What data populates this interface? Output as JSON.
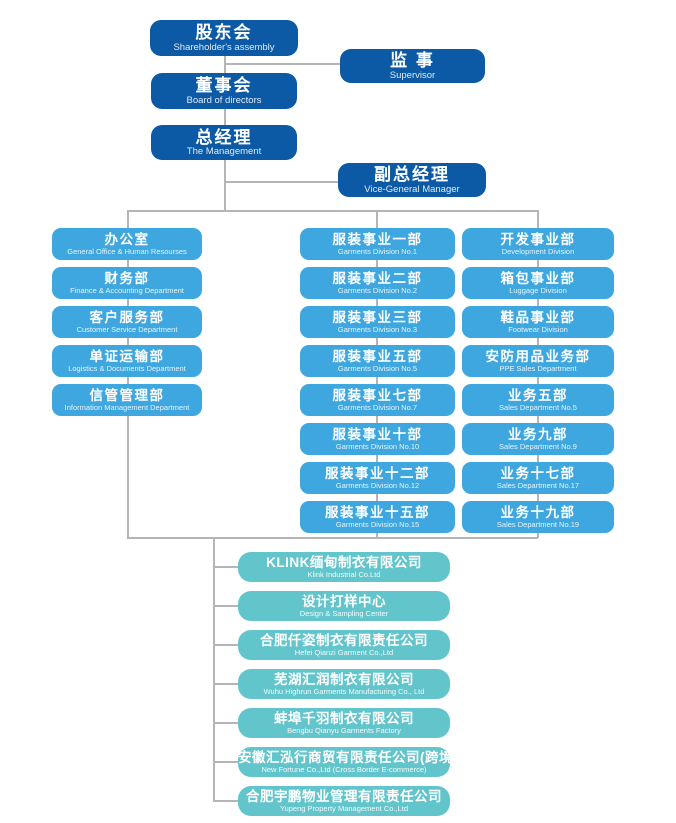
{
  "colors": {
    "executive_box": "#0c5aa6",
    "department_box": "#3fa7e0",
    "subsidiary_box": "#63c5cc",
    "connector_line": "#b5b5b5"
  },
  "top_nodes": {
    "shareholders": {
      "zh": "股东会",
      "en": "Shareholder's assembly"
    },
    "supervisor": {
      "zh": "监  事",
      "en": "Supervisor"
    },
    "board": {
      "zh": "董事会",
      "en": "Board of directors"
    },
    "management": {
      "zh": "总经理",
      "en": "The Management"
    },
    "vice": {
      "zh": "副总经理",
      "en": "Vice-General Manager"
    }
  },
  "left_column": [
    {
      "zh": "办公室",
      "en": "General Office & Human Resourses"
    },
    {
      "zh": "财务部",
      "en": "Finance & Accounting Department"
    },
    {
      "zh": "客户服务部",
      "en": "Customer Service Department"
    },
    {
      "zh": "单证运输部",
      "en": "Logistics & Documents Department"
    },
    {
      "zh": "信管管理部",
      "en": "Information Management Department"
    }
  ],
  "garments_column": [
    {
      "zh": "服装事业一部",
      "en": "Garments Division No.1"
    },
    {
      "zh": "服装事业二部",
      "en": "Garments Division No.2"
    },
    {
      "zh": "服装事业三部",
      "en": "Garments Division No.3"
    },
    {
      "zh": "服装事业五部",
      "en": "Garments Division No.5"
    },
    {
      "zh": "服装事业七部",
      "en": "Garments Division No.7"
    },
    {
      "zh": "服装事业十部",
      "en": "Garments Division No.10"
    },
    {
      "zh": "服装事业十二部",
      "en": "Garments Division No.12"
    },
    {
      "zh": "服装事业十五部",
      "en": "Garments Division No.15"
    }
  ],
  "sales_column": [
    {
      "zh": "开发事业部",
      "en": "Development Division"
    },
    {
      "zh": "箱包事业部",
      "en": "Luggage Division"
    },
    {
      "zh": "鞋品事业部",
      "en": "Footwear Division"
    },
    {
      "zh": "安防用品业务部",
      "en": "PPE Sales Department"
    },
    {
      "zh": "业务五部",
      "en": "Sales Department No.5"
    },
    {
      "zh": "业务九部",
      "en": "Sales Department No.9"
    },
    {
      "zh": "业务十七部",
      "en": "Sales Department No.17"
    },
    {
      "zh": "业务十九部",
      "en": "Sales Department No.19"
    }
  ],
  "subsidiaries": [
    {
      "zh": "KLINK缅甸制衣有限公司",
      "en": "Klink Industrial Co.Ltd"
    },
    {
      "zh": "设计打样中心",
      "en": "Design & Sampling Center"
    },
    {
      "zh": "合肥仟姿制衣有限责任公司",
      "en": "Hefei Qianzi Garment Co.,Ltd"
    },
    {
      "zh": "芜湖汇润制衣有限公司",
      "en": "Wuhu Highrun Garments Manufacturing Co., Ltd"
    },
    {
      "zh": "蚌埠千羽制衣有限公司",
      "en": "Bengbu Qianyu Garments Factory"
    },
    {
      "zh": "安徽汇泓行商贸有限责任公司(跨境电商)",
      "en": "New Fortune Co.,Ltd (Cross Border E-commerce)"
    },
    {
      "zh": "合肥宇鹏物业管理有限责任公司",
      "en": "Yupeng Property Management Co.,Ltd"
    }
  ]
}
